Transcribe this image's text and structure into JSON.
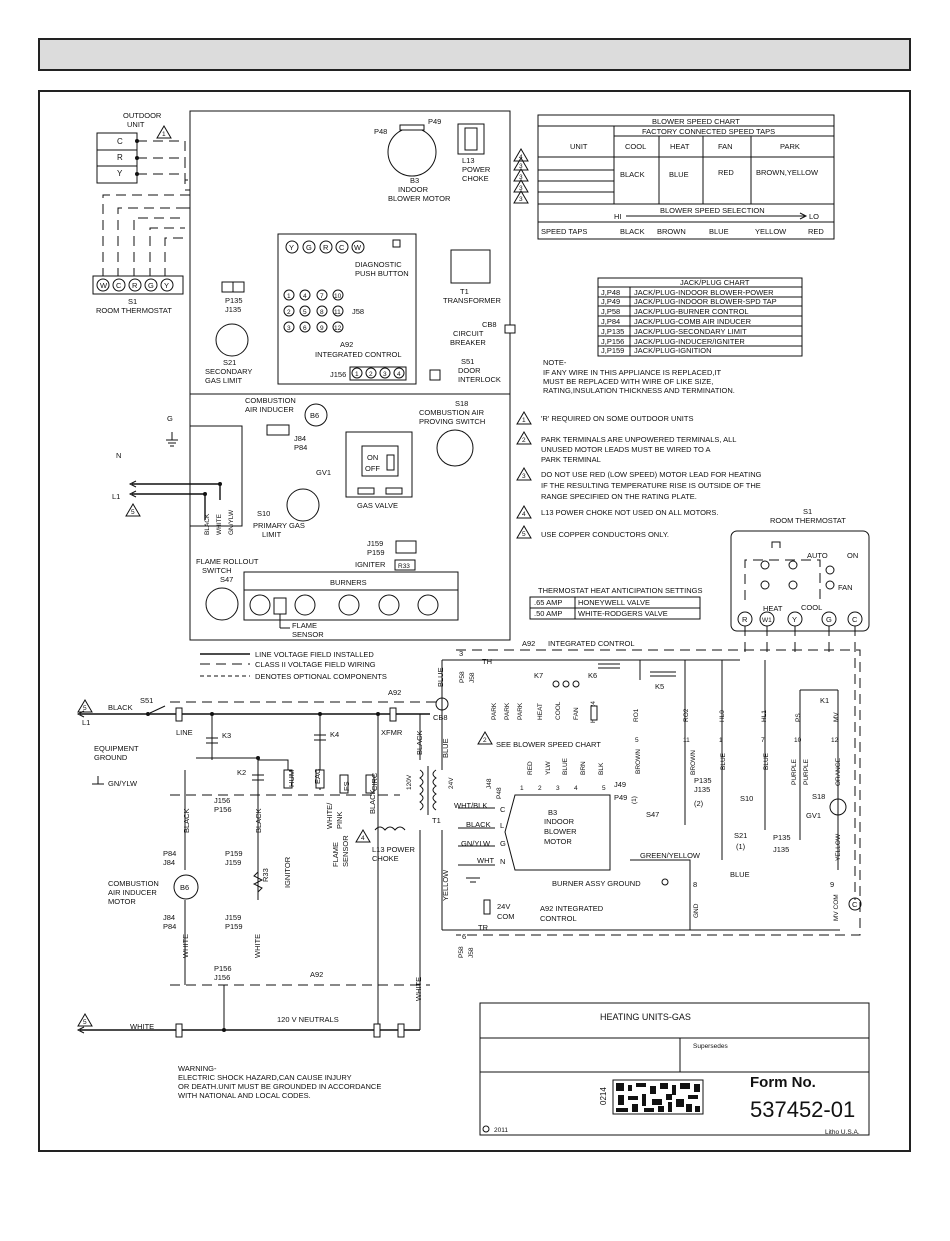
{
  "outdoor_unit": {
    "label": "OUTDOOR UNIT",
    "terminals": [
      "C",
      "R",
      "Y"
    ],
    "note_num": "1"
  },
  "room_thermostat": {
    "label1": "S1",
    "label2": "ROOM THERMOSTAT",
    "terminals": [
      "W",
      "C",
      "R",
      "G",
      "Y"
    ]
  },
  "control_panel": {
    "p48": "P48",
    "p49": "P49",
    "blower_motor": "B3\nINDOOR\nBLOWER MOTOR",
    "l13": "L13\nPOWER\nCHOKE",
    "ctrl_terminals": [
      "Y",
      "G",
      "R",
      "C",
      "W"
    ],
    "diag_button": "DIAGNOSTIC\nPUSH BUTTON",
    "transformer": "T1\nTRANSFORMER",
    "cb8": "CB8",
    "circuit_breaker": "CIRCUIT\nBREAKER",
    "j58": "J58",
    "j58_pins": [
      "1",
      "4",
      "7",
      "10",
      "2",
      "5",
      "8",
      "11",
      "3",
      "6",
      "9",
      "12"
    ],
    "a92": "A92",
    "integrated_control": "INTEGRATED CONTROL",
    "j156": "J156",
    "j156_pins": [
      "1",
      "2",
      "3",
      "4"
    ],
    "p135": "P135",
    "j135": "J135",
    "s21": "S21\nSECONDARY\nGAS LIMIT",
    "s51": "S51\nDOOR\nINTERLOCK",
    "combustion_inducer": "COMBUSTION\nAIR INDUCER",
    "b6": "B6",
    "j84": "J84",
    "p84": "P84",
    "s18": "S18\nCOMBUSTION AIR\nPROVING SWITCH",
    "gv1": "GV1",
    "gas_valve": "GAS VALVE",
    "on": "ON",
    "off": "OFF",
    "s10": "S10\nPRIMARY GAS\nLIMIT",
    "g": "G",
    "n": "N",
    "l1": "L1",
    "wire_colors": [
      "BLACK",
      "WHITE",
      "GN/YLW"
    ],
    "j159": "J159",
    "p159": "P159",
    "igniter": "IGNITER",
    "r33": "R33",
    "rollout": "FLAME ROLLOUT\nSWITCH",
    "s47": "S47",
    "burners": "BURNERS",
    "flame_sensor": "FLAME\nSENSOR"
  },
  "blower_speed_chart": {
    "title": "BLOWER SPEED CHART",
    "subtitle": "FACTORY CONNECTED SPEED TAPS",
    "columns": [
      "UNIT",
      "COOL",
      "HEAT",
      "FAN",
      "PARK"
    ],
    "values": [
      "BLACK",
      "BLUE",
      "RED",
      "BROWN,YELLOW"
    ],
    "selection_label": "BLOWER SPEED SELECTION",
    "hi": "HI",
    "lo": "LO",
    "speed_taps_label": "SPEED TAPS",
    "speed_taps": [
      "BLACK",
      "BROWN",
      "BLUE",
      "YELLOW",
      "RED"
    ],
    "note_num": "3"
  },
  "jack_plug_chart": {
    "title": "JACK/PLUG CHART",
    "rows": [
      [
        "J,P48",
        "JACK/PLUG-INDOOR BLOWER-POWER"
      ],
      [
        "J,P49",
        "JACK/PLUG-INDOOR BLOWER-SPD TAP"
      ],
      [
        "J,P58",
        "JACK/PLUG-BURNER CONTROL"
      ],
      [
        "J,P84",
        "JACK/PLUG-COMB AIR INDUCER"
      ],
      [
        "J,P135",
        "JACK/PLUG-SECONDARY LIMIT"
      ],
      [
        "J,P156",
        "JACK/PLUG-INDUCER/IGNITER"
      ],
      [
        "J,P159",
        "JACK/PLUG-IGNITION"
      ]
    ]
  },
  "note": {
    "title": "NOTE-",
    "lines": [
      "IF ANY WIRE IN THIS APPLIANCE IS REPLACED,IT",
      "MUST BE REPLACED WITH WIRE OF LIKE SIZE,",
      "RATING,INSULATION THICKNESS AND TERMINATION."
    ]
  },
  "notes": [
    {
      "num": "1",
      "lines": [
        "'R' REQUIRED ON SOME OUTDOOR UNITS"
      ]
    },
    {
      "num": "2",
      "lines": [
        "PARK TERMINALS ARE UNPOWERED TERMINALS, ALL",
        "UNUSED MOTOR LEADS MUST BE WIRED TO A",
        "PARK TERMINAL"
      ]
    },
    {
      "num": "3",
      "lines": [
        "DO NOT USE RED (LOW SPEED) MOTOR LEAD FOR HEATING",
        "IF THE RESULTING TEMPERATURE RISE IS OUTSIDE OF THE",
        "RANGE SPECIFIED ON THE RATING PLATE."
      ]
    },
    {
      "num": "4",
      "lines": [
        "L13 POWER CHOKE NOT USED ON ALL MOTORS."
      ]
    },
    {
      "num": "5",
      "lines": [
        "USE COPPER CONDUCTORS ONLY."
      ]
    }
  ],
  "thermostat_right": {
    "label1": "S1",
    "label2": "ROOM THERMOSTAT",
    "auto": "AUTO",
    "on": "ON",
    "fan": "FAN",
    "heat": "HEAT",
    "cool": "COOL",
    "terminals": [
      "R",
      "W1",
      "Y",
      "G",
      "C"
    ]
  },
  "anticipation": {
    "title": "THERMOSTAT HEAT ANTICIPATION SETTINGS",
    "rows": [
      [
        ".65 AMP",
        "HONEYWELL VALVE"
      ],
      [
        ".50 AMP",
        "WHITE-RODGERS VALVE"
      ]
    ]
  },
  "legend": {
    "items": [
      "LINE VOLTAGE FIELD INSTALLED",
      "CLASS II VOLTAGE FIELD WIRING",
      "DENOTES OPTIONAL COMPONENTS"
    ]
  },
  "schematic": {
    "l1": "L1",
    "black": "BLACK",
    "s51": "S51",
    "line": "LINE",
    "a92": "A92",
    "xfmr": "XFMR",
    "k3": "K3",
    "k4": "K4",
    "k2": "K2",
    "hum": "HUM",
    "eac": "EAC",
    "fs": "FS",
    "circ": "CIRC",
    "cb8": "CB8",
    "blue": "BLUE",
    "v120": "120V",
    "v24": "24V",
    "t1": "T1",
    "equip_ground": "EQUIPMENT\nGROUND",
    "gn_ylw": "GN/YLW",
    "j156": "J156",
    "p156": "P156",
    "p84": "P84",
    "j84": "J84",
    "p159": "P159",
    "j159": "J159",
    "r33": "R33",
    "ignitor": "IGNITOR",
    "b6_motor": "COMBUSTION\nAIR INDUCER\nMOTOR",
    "b6": "B6",
    "white": "WHITE",
    "white_pink": "WHITE/\nPINK",
    "flame_sensor": "FLAME\nSENSOR",
    "l13_choke": "L13 POWER\nCHOKE",
    "wht_blk": "WHT/BLK",
    "gn_ylw2": "GN/YLW",
    "wht": "WHT",
    "yellow": "YELLOW",
    "neutrals": "120 V NEUTRALS",
    "th": "TH",
    "tr": "TR",
    "p58": "P58",
    "j58": "J58",
    "pin3": "3",
    "pin6": "6",
    "integrated_control": "INTEGRATED CONTROL",
    "k7": "K7",
    "k6": "K6",
    "k5": "K5",
    "k1": "K1",
    "terminal_labels": [
      "PARK",
      "PARK",
      "PARK",
      "HEAT",
      "COOL",
      "FAN",
      "HUM24"
    ],
    "output_labels": [
      "RO1",
      "RO2",
      "HL0",
      "HL1",
      "PS",
      "MV"
    ],
    "output_pins": [
      "5",
      "11",
      "1",
      "7",
      "10",
      "12"
    ],
    "see_chart": "SEE BLOWER SPEED CHART",
    "motor_colors": [
      "RED",
      "YLW",
      "BLUE",
      "BRN",
      "BLK"
    ],
    "motor_pins": [
      "1",
      "2",
      "3",
      "4",
      "5"
    ],
    "j49": "J49",
    "p49": "P49",
    "j48": "J48",
    "p48": "P48",
    "b3": "B3\nINDOOR\nBLOWER\nMOTOR",
    "motor_terms": [
      "C",
      "L",
      "G",
      "N"
    ],
    "brown": "BROWN",
    "p135": "P135",
    "j135": "J135",
    "two": "(2)",
    "one": "(1)",
    "s10": "S10",
    "s21": "S21",
    "s47": "S47",
    "s18": "S18",
    "gv1": "GV1",
    "purple": "PURPLE",
    "orange": "ORANGE",
    "green_yellow": "GREEN/YELLOW",
    "burner_ground": "BURNER ASSY GROUND",
    "v24_com": "24V\nCOM",
    "a92_integrated": "A92 INTEGRATED\nCONTROL",
    "gnd": "GND",
    "mv_com": "MV COM",
    "pin8": "8",
    "pin9": "9",
    "c": "C"
  },
  "title_block": {
    "title": "HEATING UNITS-GAS",
    "supersedes": "Supersedes",
    "form_label": "Form No.",
    "form_number": "537452-01",
    "code": "0214",
    "year": "2011",
    "litho": "Litho U.S.A."
  },
  "warning": {
    "lines": [
      "WARNING-",
      "ELECTRIC SHOCK HAZARD,CAN CAUSE INJURY",
      "OR DEATH.UNIT MUST BE GROUNDED IN ACCORDANCE",
      "WITH NATIONAL AND LOCAL CODES."
    ]
  }
}
